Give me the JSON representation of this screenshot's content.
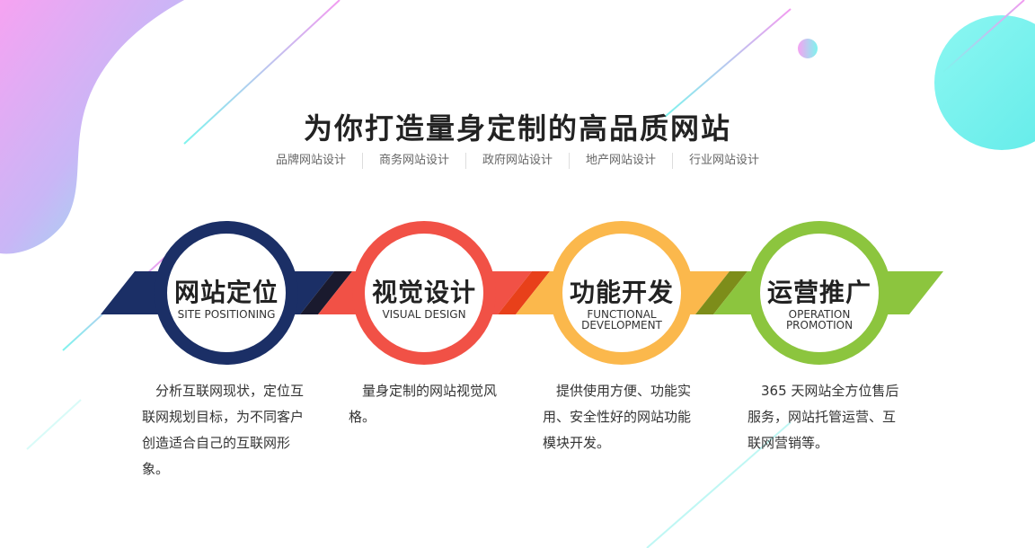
{
  "title": "为你打造量身定制的高品质网站",
  "nav": [
    "品牌网站设计",
    "商务网站设计",
    "政府网站设计",
    "地产网站设计",
    "行业网站设计"
  ],
  "steps": [
    {
      "cn": "网站定位",
      "en": "SITE POSITIONING",
      "desc": "分析互联网现状，定位互联网规划目标，为不同客户创造适合自己的互联网形象。",
      "color": "#1b2f66"
    },
    {
      "cn": "视觉设计",
      "en": "VISUAL DESIGN",
      "desc": "量身定制的网站视觉风格。",
      "color": "#f15146"
    },
    {
      "cn": "功能开发",
      "en_lines": [
        "FUNCTIONAL",
        "DEVELOPMENT"
      ],
      "desc": "提供使用方便、功能实用、安全性好的网站功能模块开发。",
      "color": "#fbb84c"
    },
    {
      "cn": "运营推广",
      "en_lines": [
        "OPERATION",
        "PROMOTION"
      ],
      "desc": "365 天网站全方位售后服务，网站托管运营、互联网营销等。",
      "color": "#8cc53e"
    }
  ],
  "colors": {
    "ribbon_dark": "#1a1a2e",
    "accent_pink": "#f29bf0",
    "accent_cyan": "#69f0ea"
  }
}
